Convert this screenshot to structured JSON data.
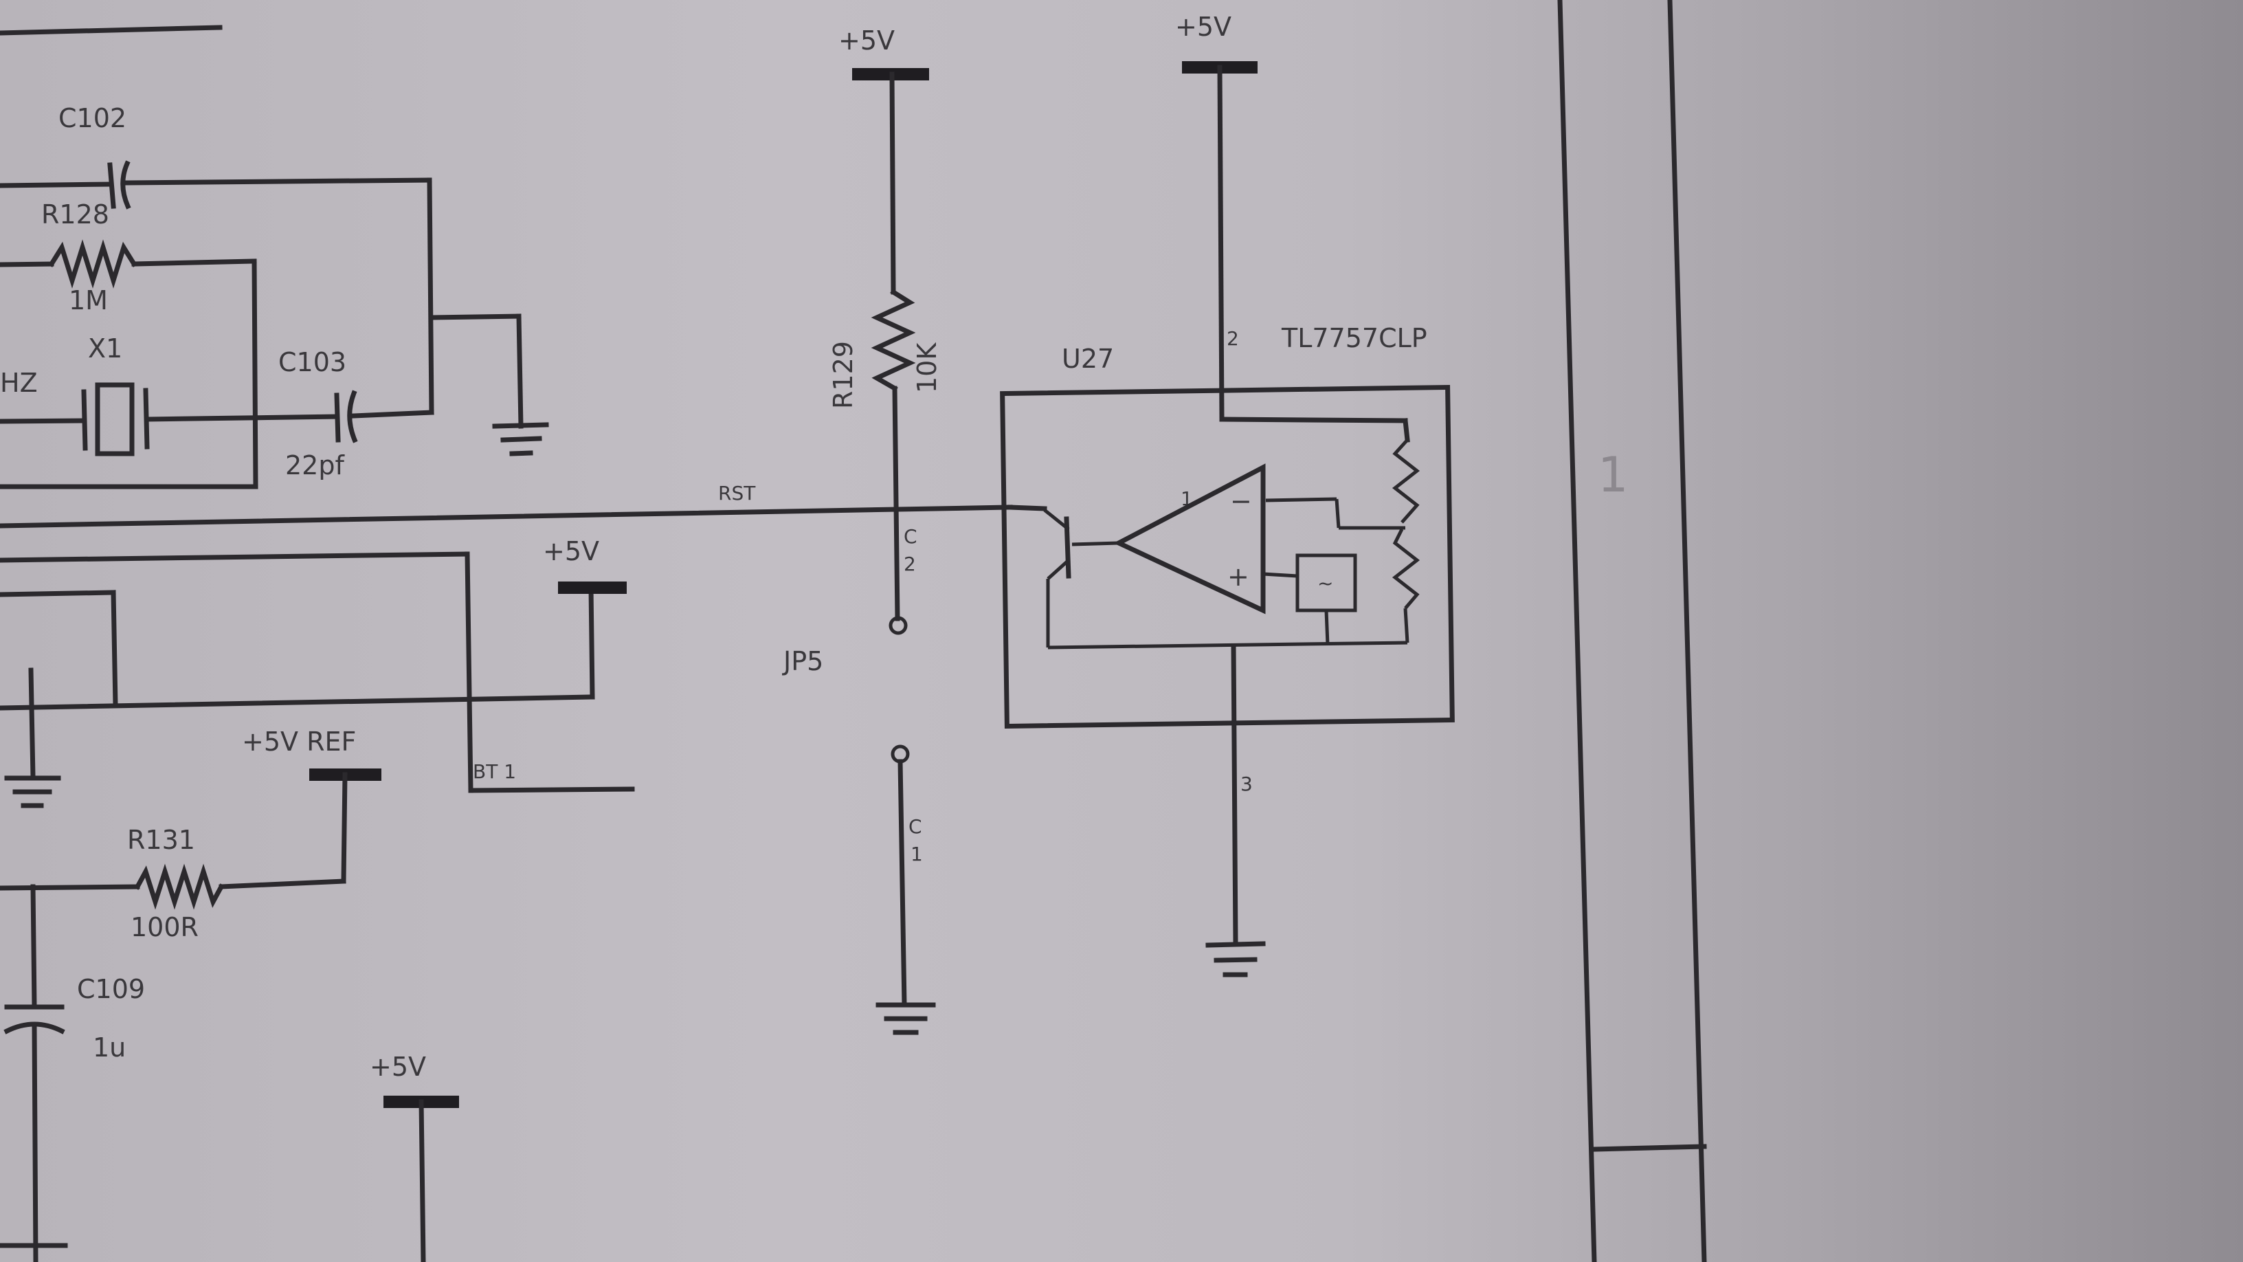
{
  "components": {
    "c102": "C102",
    "r128": "R128",
    "r128_value": "1M",
    "x1": "X1",
    "x1_freq_fragment": "HZ",
    "c103": "C103",
    "c103_value": "22pf",
    "r129": "R129",
    "r129_value": "10K",
    "u27": "U27",
    "u27_part": "TL7757CLP",
    "jp5": "JP5",
    "r131": "R131",
    "r131_value": "100R",
    "c109": "C109",
    "c109_value": "1u"
  },
  "nets": {
    "plus5v": "+5V",
    "plus5v_ref": "+5V REF",
    "rst": "RST",
    "bt1": "BT 1"
  },
  "pins": {
    "u27_pin1": "1",
    "u27_pin2": "2",
    "u27_pin3": "3",
    "jp5_c": "C",
    "jp5_2": "2",
    "jp5_c_lower": "C",
    "jp5_1": "1"
  },
  "title_block": {
    "sheet_zone": "1"
  }
}
